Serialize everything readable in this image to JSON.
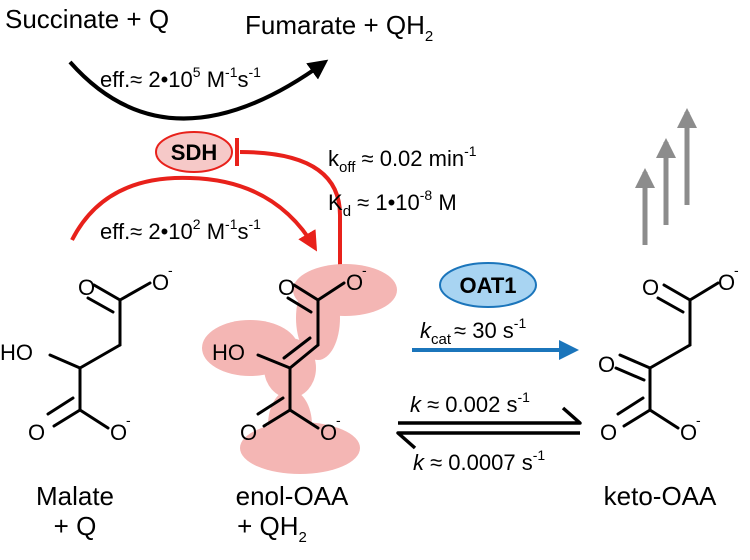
{
  "colors": {
    "red": "#e8211b",
    "blue": "#1b75bb",
    "gray": "#8c8c8c",
    "highlight": "#f4b6b4",
    "sdh_fill": "#f6c9c8",
    "oat1_fill": "#a8d4f2"
  },
  "top_reaction": {
    "substrate": "Succinate + Q",
    "product_prefix": "Fumarate + QH",
    "product_sub": "2",
    "eff_prefix": "eff.≈ 2•10",
    "eff_exp": "5",
    "eff_unit_m": " M",
    "eff_exp2": "-1",
    "eff_unit_s": "s",
    "eff_exp3": "-1"
  },
  "enzyme_sdh": "SDH",
  "enzyme_oat1": "OAT1",
  "inhibition": {
    "koff_k": "k",
    "koff_sub": "off",
    "koff_value": " ≈ 0.02 min",
    "koff_exp": "-1",
    "kd_k": "K",
    "kd_sub": "d",
    "kd_value": " ≈ 1•10",
    "kd_exp": "-8",
    "kd_unit": " M"
  },
  "malate_reaction": {
    "eff_prefix": "eff.≈ 2•10",
    "eff_exp": "2",
    "eff_unit_m": " M",
    "eff_exp2": "-1",
    "eff_unit_s": "s",
    "eff_exp3": "-1"
  },
  "oat1_rate": {
    "k": "k",
    "sub": "cat",
    "value": "≈ 30 s",
    "exp": "-1"
  },
  "equilibrium": {
    "forward_k": "k",
    "forward_value": " ≈ 0.002 s",
    "forward_exp": "-1",
    "reverse_k": "k",
    "reverse_value": " ≈ 0.0007 s",
    "reverse_exp": "-1"
  },
  "atoms": {
    "O": "O",
    "charge": "-",
    "HO": "HO"
  },
  "labels": {
    "malate_line1": "Malate",
    "malate_line2": "+ Q",
    "enol_line1": "enol-OAA",
    "enol_line2_prefix": "+ QH",
    "enol_line2_sub": "2",
    "keto": "keto-OAA"
  }
}
